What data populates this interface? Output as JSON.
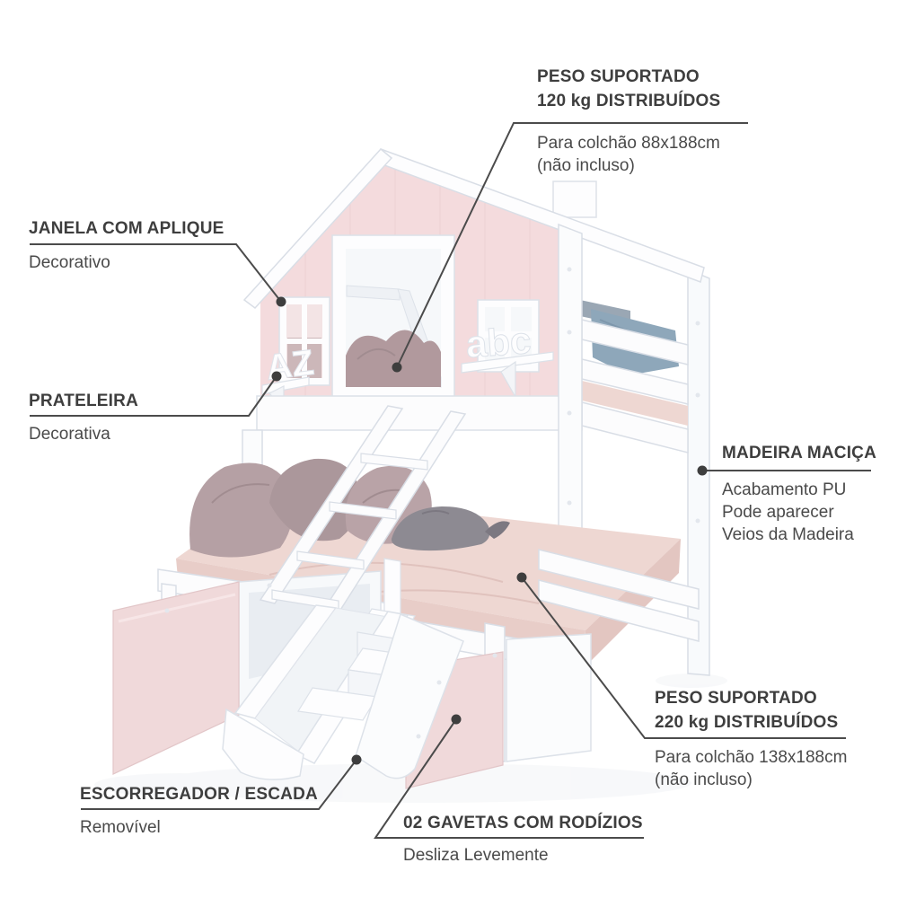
{
  "page": {
    "background": "#ffffff",
    "description_colors": {
      "wall_pink": "#f4dbdd",
      "mattress_pink": "#eed7d2",
      "drawer_pink": "#f0d9da",
      "pillow_mauve": "#b5a0a4",
      "pillow_blue": "#8ea7ba",
      "frame_white": "#fcfcfd",
      "leader_line": "#4b4b4b",
      "title_text": "#3e3e3e",
      "sub_text": "#4a4a4a"
    }
  },
  "illustration": {
    "decor_letters_left": "AZ",
    "decor_letters_right": "abc"
  },
  "callouts": [
    {
      "id": "top-weight",
      "title_lines": [
        "PESO SUPORTADO",
        "120 kg DISTRIBUÍDOS"
      ],
      "sub_lines": [
        "Para colchão 88x188cm",
        "(não incluso)"
      ]
    },
    {
      "id": "window",
      "title_lines": [
        "JANELA COM APLIQUE"
      ],
      "sub_lines": [
        "Decorativo"
      ]
    },
    {
      "id": "shelf",
      "title_lines": [
        "PRATELEIRA"
      ],
      "sub_lines": [
        "Decorativa"
      ]
    },
    {
      "id": "wood",
      "title_lines": [
        "MADEIRA MACIÇA"
      ],
      "sub_lines": [
        "Acabamento PU",
        "Pode aparecer",
        "Veios da Madeira"
      ]
    },
    {
      "id": "bottom-weight",
      "title_lines": [
        "PESO SUPORTADO",
        "220 kg DISTRIBUÍDOS"
      ],
      "sub_lines": [
        "Para colchão 138x188cm",
        "(não incluso)"
      ]
    },
    {
      "id": "slide-ladder",
      "title_lines": [
        "ESCORREGADOR / ESCADA"
      ],
      "sub_lines": [
        "Removível"
      ]
    },
    {
      "id": "drawers",
      "title_lines": [
        "02 GAVETAS COM RODÍZIOS"
      ],
      "sub_lines": [
        "Desliza Levemente"
      ]
    }
  ]
}
